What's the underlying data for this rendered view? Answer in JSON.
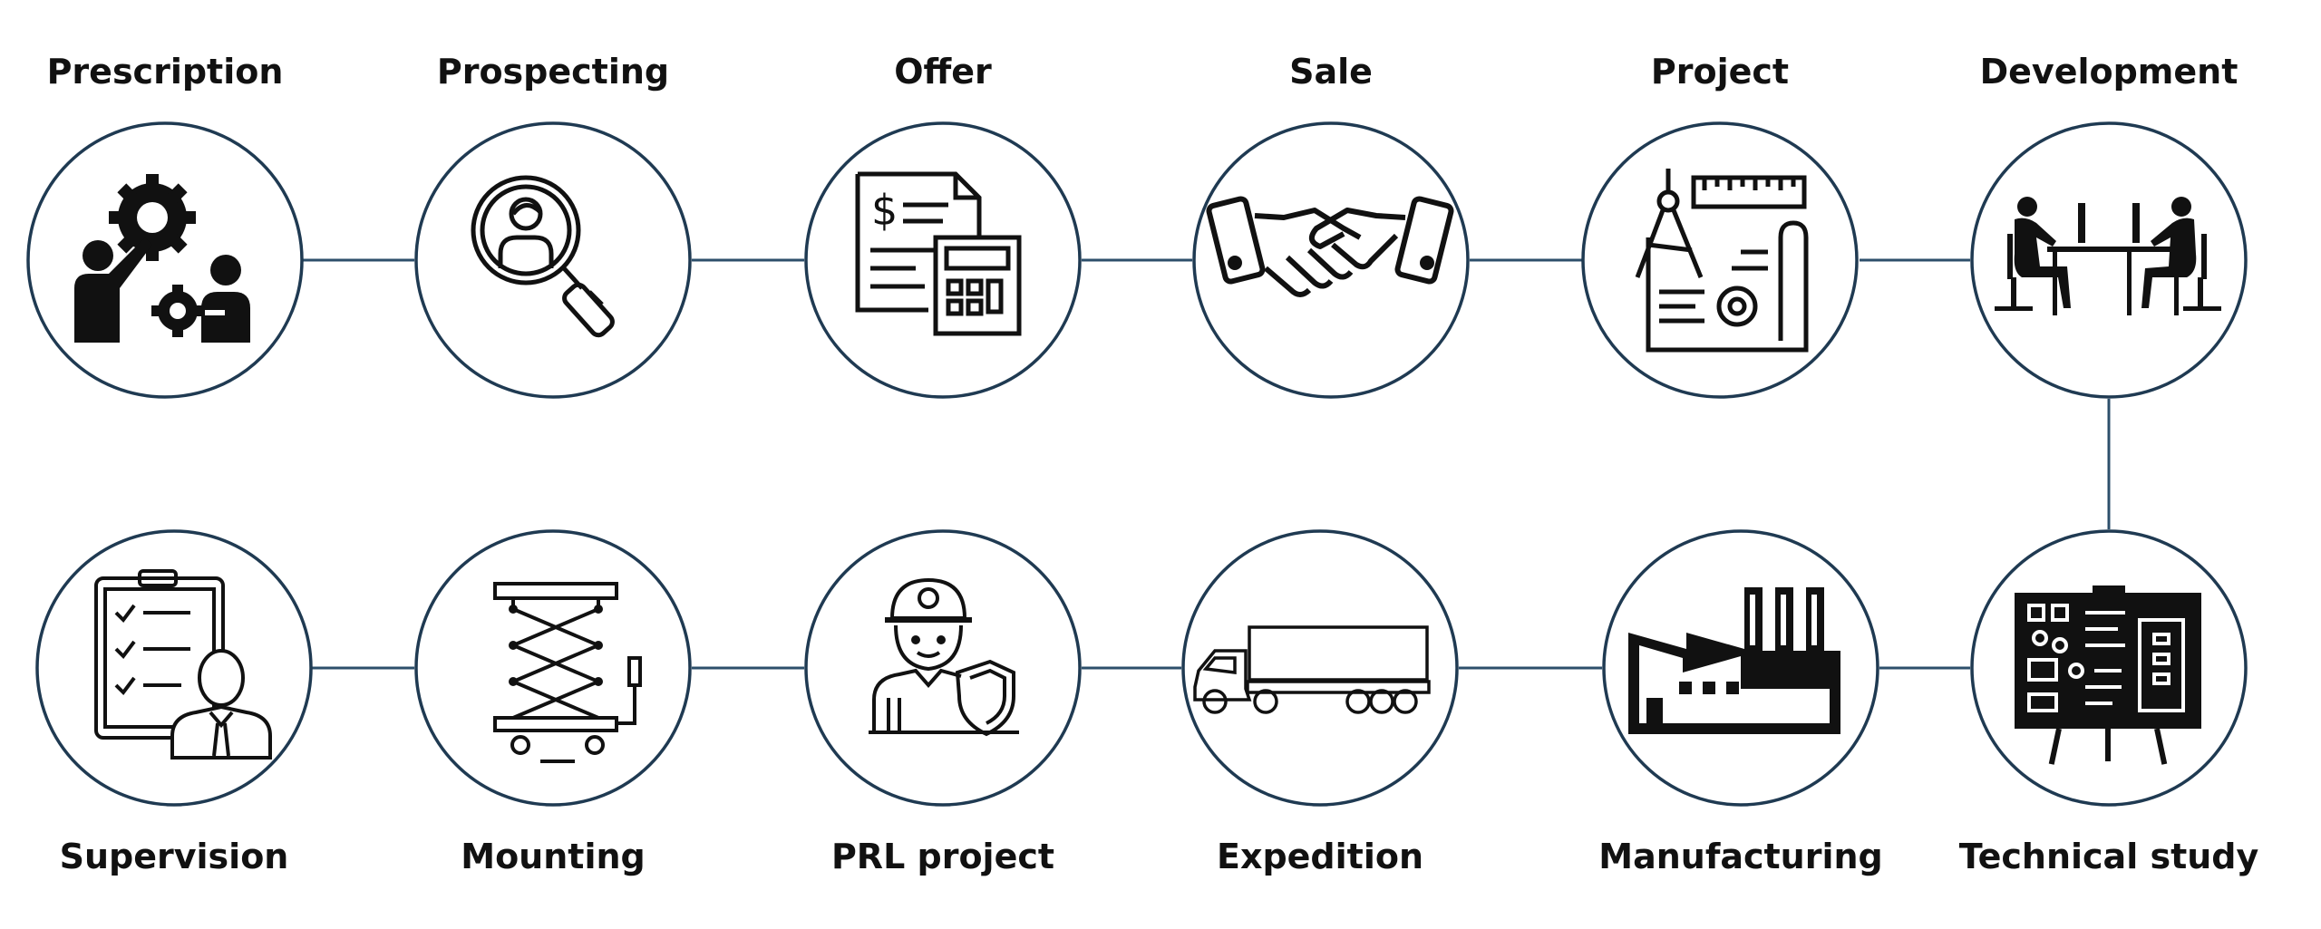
{
  "colors": {
    "connector": "#2d4f6b",
    "circle_stroke": "#1f3a52",
    "icon": "#111111",
    "label": "#111111",
    "background": "#ffffff"
  },
  "stages": [
    {
      "id": "prescription",
      "label": "Prescription",
      "icon": "gears-people-icon"
    },
    {
      "id": "prospecting",
      "label": "Prospecting",
      "icon": "magnifier-person-icon"
    },
    {
      "id": "offer",
      "label": "Offer",
      "icon": "invoice-calculator-icon"
    },
    {
      "id": "sale",
      "label": "Sale",
      "icon": "handshake-icon"
    },
    {
      "id": "project",
      "label": "Project",
      "icon": "blueprint-compass-icon"
    },
    {
      "id": "development",
      "label": "Development",
      "icon": "people-at-desks-icon"
    },
    {
      "id": "technical-study",
      "label": "Technical study",
      "icon": "presentation-board-icon"
    },
    {
      "id": "manufacturing",
      "label": "Manufacturing",
      "icon": "factory-icon"
    },
    {
      "id": "expedition",
      "label": "Expedition",
      "icon": "truck-icon"
    },
    {
      "id": "prl-project",
      "label": "PRL project",
      "icon": "worker-shield-icon"
    },
    {
      "id": "mounting",
      "label": "Mounting",
      "icon": "scissor-lift-icon"
    },
    {
      "id": "supervision",
      "label": "Supervision",
      "icon": "checklist-supervisor-icon"
    }
  ]
}
